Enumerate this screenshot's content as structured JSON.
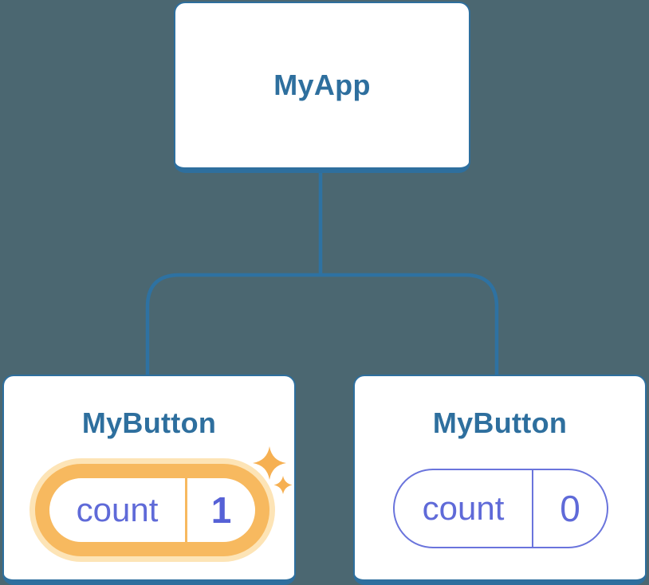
{
  "diagram": {
    "background": "#4b6771",
    "line_color": "#2e72a2",
    "node_border_color": "#2e6f9e",
    "root": {
      "label": "MyApp"
    },
    "children": [
      {
        "label": "MyButton",
        "state": {
          "key": "count",
          "value": "1"
        },
        "highlighted": true,
        "sparkle_icon": "sparkles-icon"
      },
      {
        "label": "MyButton",
        "state": {
          "key": "count",
          "value": "0"
        },
        "highlighted": false
      }
    ],
    "colors": {
      "state_text": "#5f6ad8",
      "state_value_bold": "#5661d6",
      "state_border": "#6a74dc",
      "highlight_ring": "#f7b95f",
      "highlight_glow": "#fde4b6",
      "sparkle": "#f6b052"
    }
  }
}
